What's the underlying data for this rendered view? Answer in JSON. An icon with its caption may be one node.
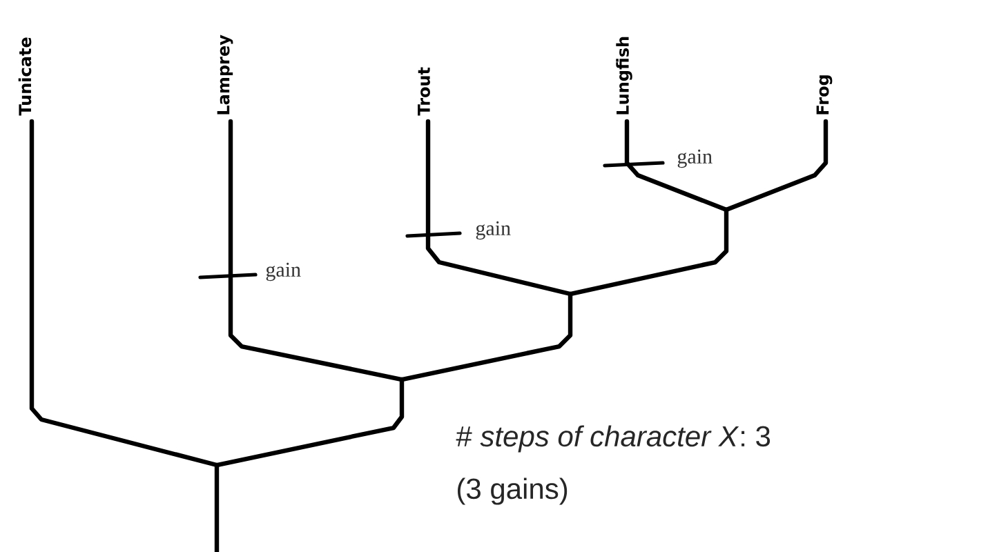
{
  "diagram": {
    "labels": [
      "Tunicate",
      "Lamprey",
      "Trout",
      "Lungfish",
      "Frog",
      "gain",
      "gain",
      "gain",
      "# *steps of character X*:   3",
      "(3 gains)"
    ]
  }
}
